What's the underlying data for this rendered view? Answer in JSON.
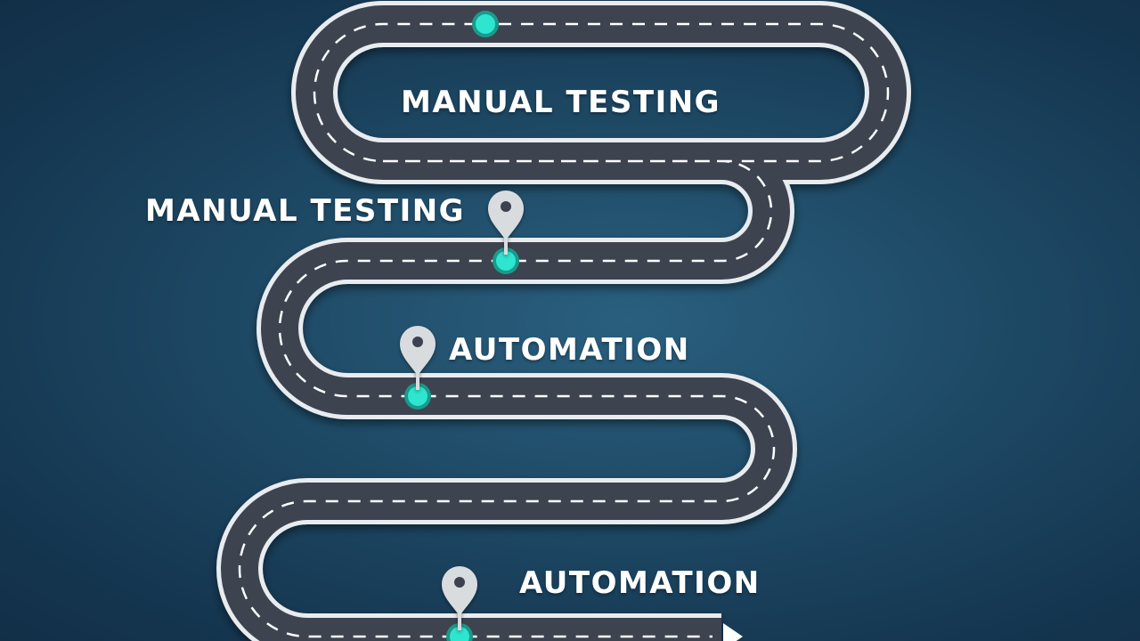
{
  "milestones": [
    {
      "label": "MANUAL TESTING"
    },
    {
      "label": "MANUAL TESTING"
    },
    {
      "label": "AUTOMATION"
    },
    {
      "label": "AUTOMATION"
    }
  ],
  "colors": {
    "background": "#1d4864",
    "road": "#3e4350",
    "road_border": "#e8ecef",
    "lane_marking": "#ffffff",
    "node": "#2ee6d0",
    "pin": "#d9dcdf"
  },
  "icons": {
    "milestone_pin": "map-pin-icon",
    "milestone_node": "circle-node-icon",
    "road_end": "arrow-right-icon"
  }
}
